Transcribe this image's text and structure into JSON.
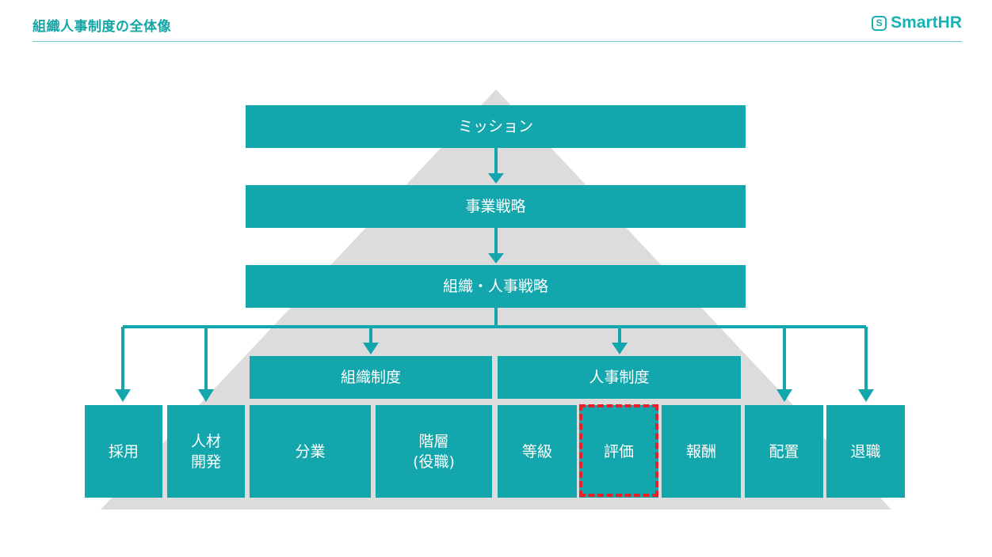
{
  "header": {
    "title": "組織人事制度の全体像",
    "brand": "SmartHR",
    "brand_icon": "s-shield-icon",
    "accent_color": "#13a6ac"
  },
  "diagram": {
    "mission": "ミッション",
    "business_strategy": "事業戦略",
    "org_hr_strategy": "組織・人事戦略",
    "org_system": "組織制度",
    "hr_system": "人事制度",
    "bottom_items": [
      "採用",
      "人材\n開発",
      "分業",
      "階層\n(役職)",
      "等級",
      "評価",
      "報酬",
      "配置",
      "退職"
    ],
    "highlighted_item": "評価",
    "highlight_color": "#e8202a",
    "pyramid_color": "#dcdcdc"
  }
}
